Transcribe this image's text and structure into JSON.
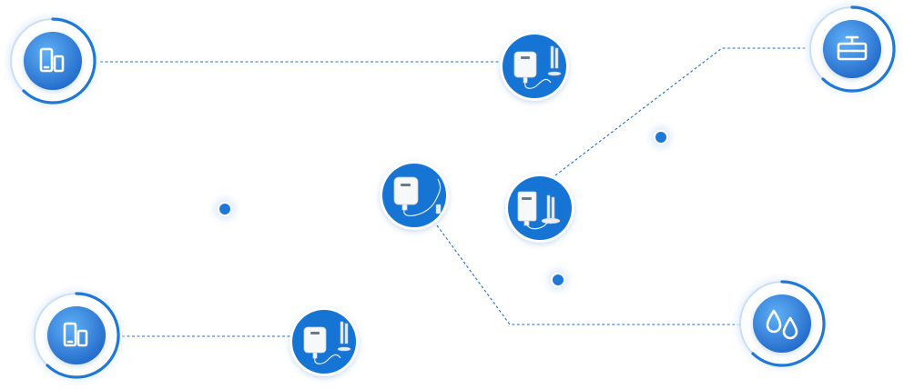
{
  "diagram": {
    "colors": {
      "accent": "#1f78d6",
      "hub_light": "#5fb0f5",
      "hub_dark": "#1d63c7",
      "connector": "#1f6fc9",
      "background": "#ffffff"
    },
    "hubs": [
      {
        "id": "hub-top-left",
        "icon": "phone-tablet-icon"
      },
      {
        "id": "hub-bottom-left",
        "icon": "phone-tablet-icon"
      },
      {
        "id": "hub-top-right",
        "icon": "pipe-valve-icon"
      },
      {
        "id": "hub-bottom-right",
        "icon": "water-drops-icon"
      }
    ],
    "devices": [
      {
        "id": "device-top",
        "icon": "sensor-with-probe-icon"
      },
      {
        "id": "device-center",
        "icon": "sensor-with-cable-icon"
      },
      {
        "id": "device-right",
        "icon": "sensor-with-stand-icon"
      },
      {
        "id": "device-bottom",
        "icon": "sensor-with-probe-icon"
      }
    ],
    "connections": [
      {
        "from": "hub-top-left",
        "to": "device-top"
      },
      {
        "from": "device-right",
        "to": "hub-top-right"
      },
      {
        "from": "device-center",
        "to": "hub-bottom-right"
      },
      {
        "from": "hub-bottom-left",
        "to": "device-bottom"
      }
    ],
    "markers": [
      "marker-left",
      "marker-upper-right",
      "marker-lower-center"
    ]
  }
}
